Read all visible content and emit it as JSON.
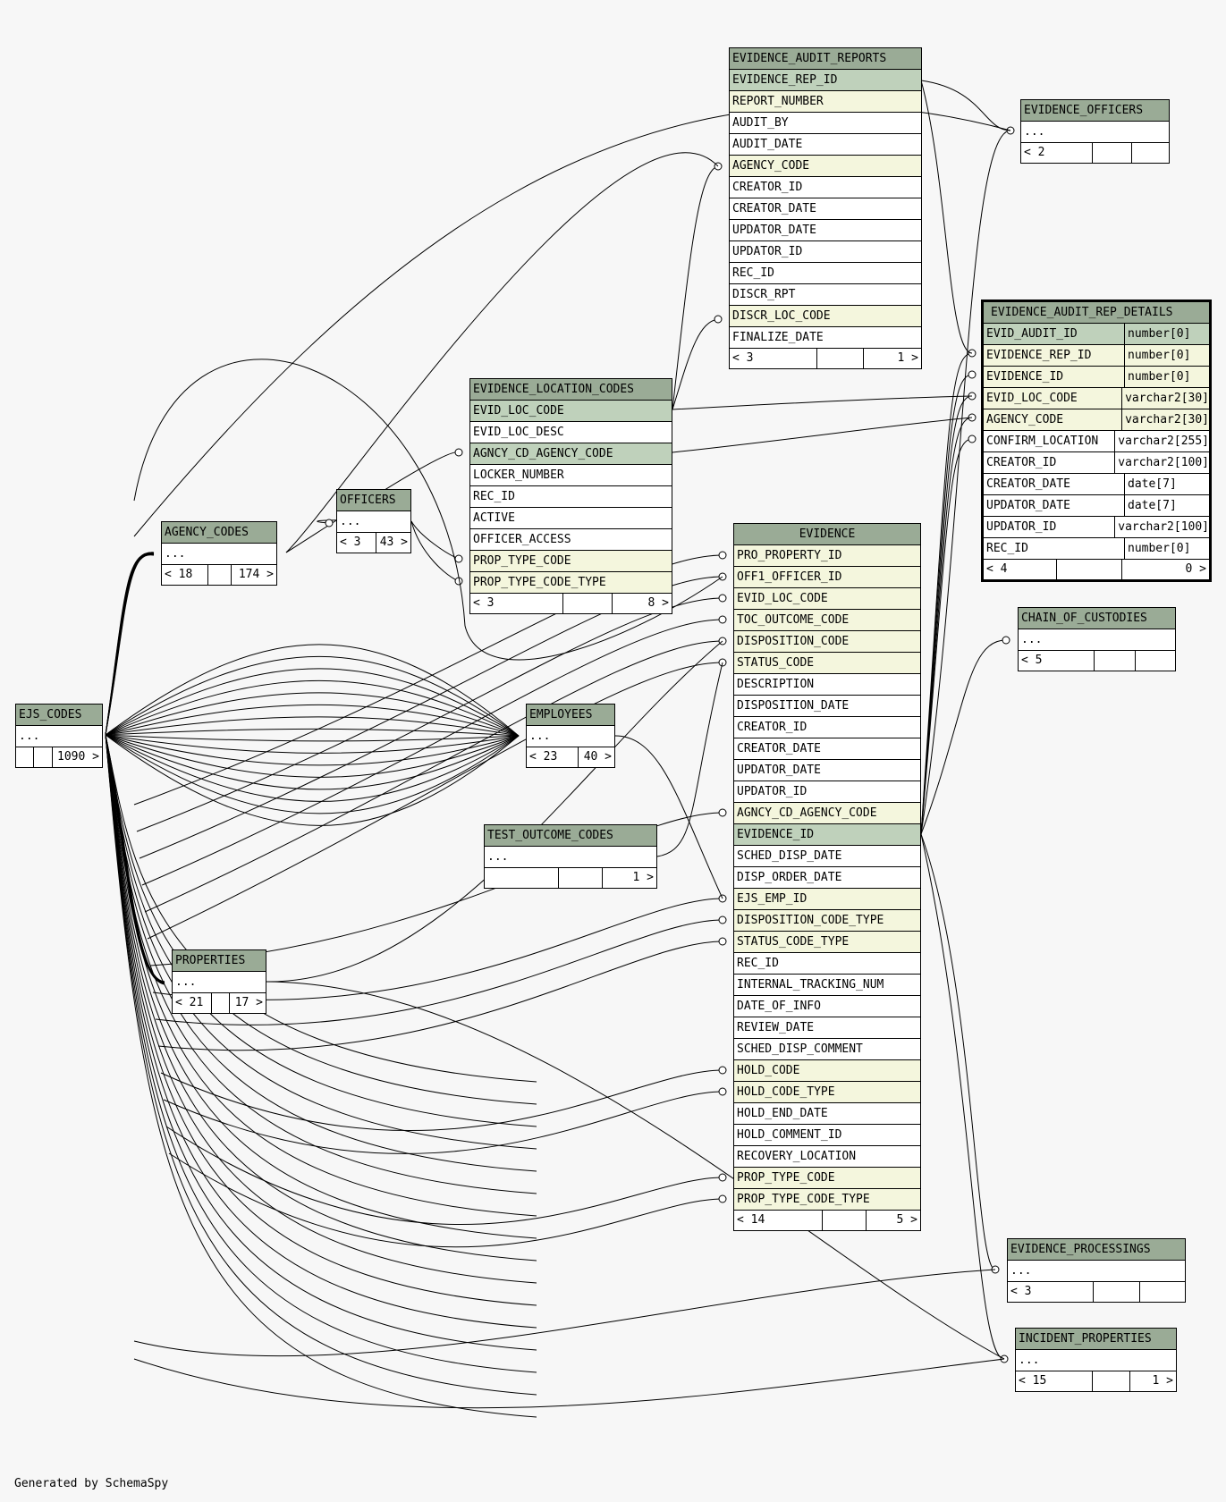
{
  "footer": "Generated by SchemaSpy",
  "colors": {
    "header": "#9aab96",
    "pk_row": "#bfd1bb",
    "fk_row": "#f4f6dd",
    "background": "#f7f7f7"
  },
  "tables": {
    "ejs_codes": {
      "name": "EJS_CODES",
      "rows": [
        "..."
      ],
      "foot": [
        "",
        "",
        "1090 >"
      ]
    },
    "agency_codes": {
      "name": "AGENCY_CODES",
      "rows": [
        "..."
      ],
      "foot": [
        "< 18",
        "",
        "174 >"
      ]
    },
    "officers": {
      "name": "OFFICERS",
      "rows": [
        "..."
      ],
      "foot": [
        "< 3",
        "43 >"
      ]
    },
    "employees": {
      "name": "EMPLOYEES",
      "rows": [
        "..."
      ],
      "foot": [
        "< 23",
        "40 >"
      ]
    },
    "properties": {
      "name": "PROPERTIES",
      "rows": [
        "..."
      ],
      "foot": [
        "< 21",
        "",
        "17 >"
      ]
    },
    "test_outcome_codes": {
      "name": "TEST_OUTCOME_CODES",
      "rows": [
        "..."
      ],
      "foot": [
        "",
        "",
        "1 >"
      ]
    },
    "evidence_location_codes": {
      "name": "EVIDENCE_LOCATION_CODES",
      "rows": [
        "EVID_LOC_CODE",
        "EVID_LOC_DESC",
        "AGNCY_CD_AGENCY_CODE",
        "LOCKER_NUMBER",
        "REC_ID",
        "ACTIVE",
        "OFFICER_ACCESS",
        "PROP_TYPE_CODE",
        "PROP_TYPE_CODE_TYPE"
      ],
      "foot": [
        "< 3",
        "",
        "8 >"
      ]
    },
    "evidence_audit_reports": {
      "name": "EVIDENCE_AUDIT_REPORTS",
      "rows": [
        "EVIDENCE_REP_ID",
        "REPORT_NUMBER",
        "AUDIT_BY",
        "AUDIT_DATE",
        "AGENCY_CODE",
        "CREATOR_ID",
        "CREATOR_DATE",
        "UPDATOR_DATE",
        "UPDATOR_ID",
        "REC_ID",
        "DISCR_RPT",
        "DISCR_LOC_CODE",
        "FINALIZE_DATE"
      ],
      "foot": [
        "< 3",
        "",
        "1 >"
      ]
    },
    "evidence": {
      "name": "EVIDENCE",
      "rows": [
        "PRO_PROPERTY_ID",
        "OFF1_OFFICER_ID",
        "EVID_LOC_CODE",
        "TOC_OUTCOME_CODE",
        "DISPOSITION_CODE",
        "STATUS_CODE",
        "DESCRIPTION",
        "DISPOSITION_DATE",
        "CREATOR_ID",
        "CREATOR_DATE",
        "UPDATOR_DATE",
        "UPDATOR_ID",
        "AGNCY_CD_AGENCY_CODE",
        "EVIDENCE_ID",
        "SCHED_DISP_DATE",
        "DISP_ORDER_DATE",
        "EJS_EMP_ID",
        "DISPOSITION_CODE_TYPE",
        "STATUS_CODE_TYPE",
        "REC_ID",
        "INTERNAL_TRACKING_NUM",
        "DATE_OF_INFO",
        "REVIEW_DATE",
        "SCHED_DISP_COMMENT",
        "HOLD_CODE",
        "HOLD_CODE_TYPE",
        "HOLD_END_DATE",
        "HOLD_COMMENT_ID",
        "RECOVERY_LOCATION",
        "PROP_TYPE_CODE",
        "PROP_TYPE_CODE_TYPE"
      ],
      "foot": [
        "< 14",
        "",
        "5 >"
      ]
    },
    "evidence_officers": {
      "name": "EVIDENCE_OFFICERS",
      "rows": [
        "..."
      ],
      "foot": [
        "< 2",
        "",
        ""
      ]
    },
    "evidence_audit_rep_details": {
      "name": "EVIDENCE_AUDIT_REP_DETAILS",
      "rows": [
        "EVID_AUDIT_ID",
        "EVIDENCE_REP_ID",
        "EVIDENCE_ID",
        "EVID_LOC_CODE",
        "AGENCY_CODE",
        "CONFIRM_LOCATION",
        "CREATOR_ID",
        "CREATOR_DATE",
        "UPDATOR_DATE",
        "UPDATOR_ID",
        "REC_ID"
      ],
      "types": [
        "number[0]",
        "number[0]",
        "number[0]",
        "varchar2[30]",
        "varchar2[30]",
        "varchar2[255]",
        "varchar2[100]",
        "date[7]",
        "date[7]",
        "varchar2[100]",
        "number[0]"
      ],
      "foot": [
        "< 4",
        "",
        "0 >"
      ]
    },
    "chain_of_custodies": {
      "name": "CHAIN_OF_CUSTODIES",
      "rows": [
        "..."
      ],
      "foot": [
        "< 5",
        "",
        ""
      ]
    },
    "evidence_processings": {
      "name": "EVIDENCE_PROCESSINGS",
      "rows": [
        "..."
      ],
      "foot": [
        "< 3",
        "",
        ""
      ]
    },
    "incident_properties": {
      "name": "INCIDENT_PROPERTIES",
      "rows": [
        "..."
      ],
      "foot": [
        "< 15",
        "",
        "1 >"
      ]
    }
  }
}
